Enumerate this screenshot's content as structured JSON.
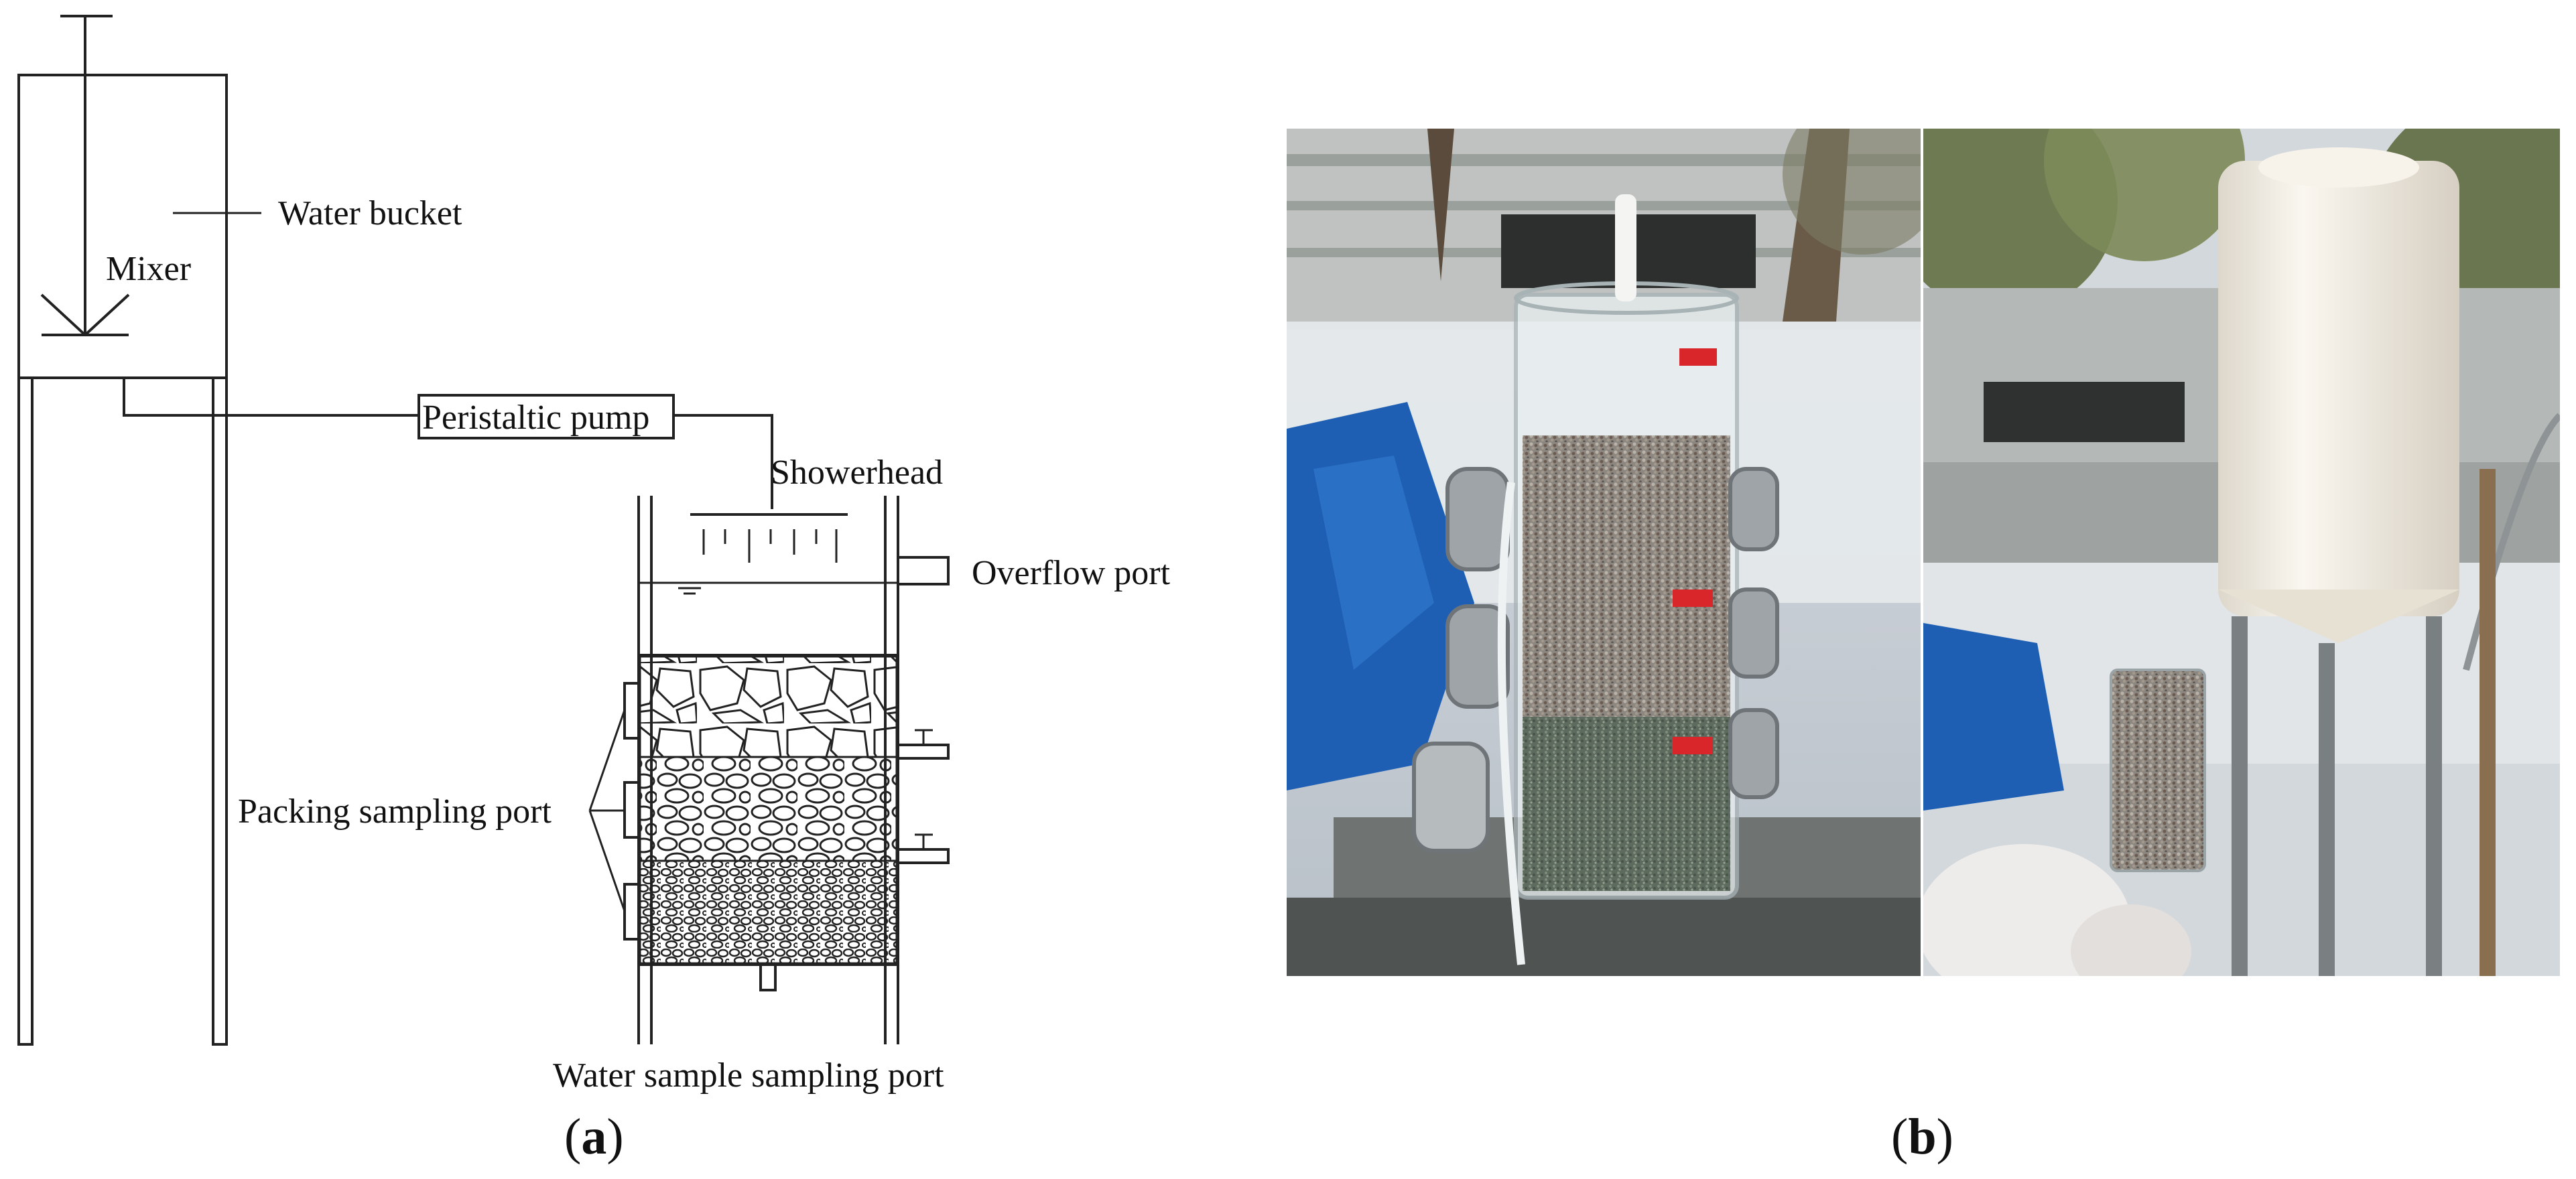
{
  "panel_a": {
    "labels": {
      "water_bucket": "Water bucket",
      "mixer": "Mixer",
      "peristaltic_pump": "Peristaltic pump",
      "showerhead": "Showerhead",
      "overflow_port": "Overflow port",
      "packing_sampling_port": "Packing sampling port",
      "water_sample_sampling_port": "Water sample sampling port"
    },
    "caption_open": "(",
    "caption_letter": "a",
    "caption_close": ")"
  },
  "panel_b": {
    "caption_open": "(",
    "caption_letter": "b",
    "caption_close": ")",
    "photos": [
      {
        "content": "photo-left-column-closeup"
      },
      {
        "content": "photo-right-setup-with-tank"
      }
    ]
  },
  "colors": {
    "line": "#222222",
    "tank": "#f3efe6",
    "column": "#cfd6d8",
    "sky": "#c9d3de",
    "tarp": "#1e5fb3",
    "valve_red": "#d8262b"
  }
}
